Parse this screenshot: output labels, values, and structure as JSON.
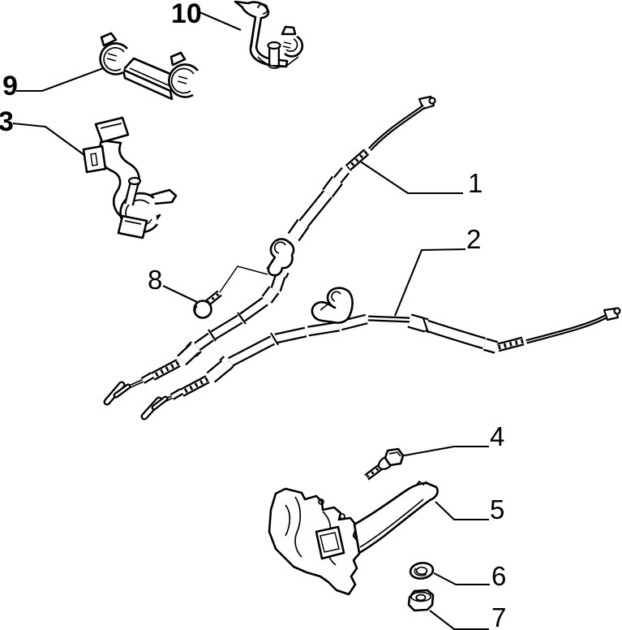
{
  "page": {
    "background_color": "#ffffff",
    "ink_color": "#000000"
  },
  "diagram_kind": "exploded-parts-diagram",
  "callouts": [
    {
      "number": "1",
      "part": "cable-upper"
    },
    {
      "number": "2",
      "part": "cable-lower"
    },
    {
      "number": "3",
      "part": "guide-bracket"
    },
    {
      "number": "4",
      "part": "hex-bolt"
    },
    {
      "number": "5",
      "part": "support-bracket"
    },
    {
      "number": "6",
      "part": "washer"
    },
    {
      "number": "7",
      "part": "hex-nut"
    },
    {
      "number": "8",
      "part": "retaining-screw"
    },
    {
      "number": "9",
      "part": "double-clamp-bracket"
    },
    {
      "number": "10",
      "part": "clamp-bracket"
    }
  ]
}
